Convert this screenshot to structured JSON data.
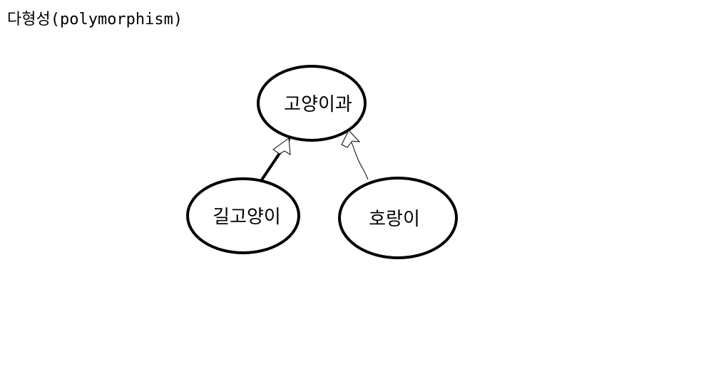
{
  "title": "다형성(polymorphism)",
  "colors": {
    "background": "#ffffff",
    "stroke": "#000000",
    "text": "#000000"
  },
  "nodes": {
    "parent": {
      "label": "고양이과"
    },
    "child_left": {
      "label": "길고양이"
    },
    "child_right": {
      "label": "호랑이"
    }
  },
  "edges": [
    {
      "from": "child_left",
      "to": "parent",
      "style": "thick-inheritance"
    },
    {
      "from": "child_right",
      "to": "parent",
      "style": "thin-inheritance"
    }
  ]
}
